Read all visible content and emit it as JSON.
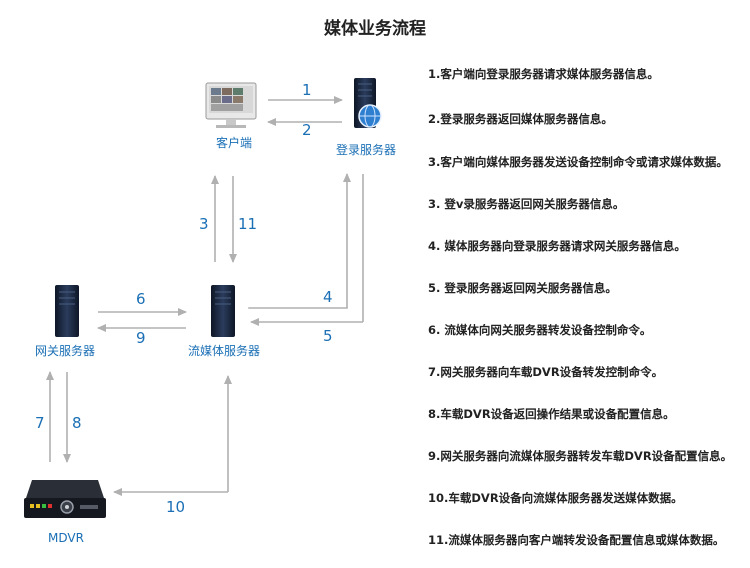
{
  "title": "媒体业务流程",
  "nodes": {
    "client": "客户端",
    "login_server": "登录服务器",
    "gateway_server": "网关服务器",
    "stream_server": "流媒体服务器",
    "mdvr": "MDVR"
  },
  "arrows": [
    "1",
    "2",
    "3",
    "11",
    "4",
    "5",
    "6",
    "9",
    "7",
    "8",
    "10"
  ],
  "steps": [
    "1.客户端向登录服务器请求媒体服务器信息。",
    "2.登录服务器返回媒体服务器信息。",
    "3.客户端向媒体服务器发送设备控制命令或请求媒体数据。",
    "3. 登v录服务器返回网关服务器信息。",
    "4. 媒体服务器向登录服务器请求网关服务器信息。",
    "5. 登录服务器返回网关服务器信息。",
    "6. 流媒体向网关服务器转发设备控制命令。",
    "7.网关服务器向车载DVR设备转发控制命令。",
    "8.车载DVR设备返回操作结果或设备配置信息。",
    "9.网关服务器向流媒体服务器转发车载DVR设备配置信息。",
    "10.车载DVR设备向流媒体服务器发送媒体数据。",
    "11.流媒体服务器向客户端转发设备配置信息或媒体数据。"
  ],
  "colors": {
    "arrow": "#b0b0b0",
    "label": "#1a6fb5",
    "server": "#1c2a44"
  }
}
